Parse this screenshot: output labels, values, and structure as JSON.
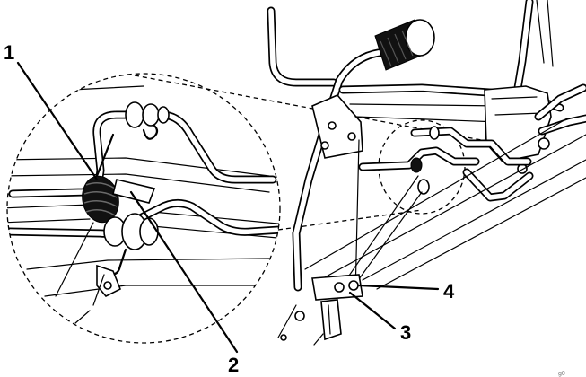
{
  "callouts": [
    {
      "id": "1",
      "label": "1"
    },
    {
      "id": "2",
      "label": "2"
    },
    {
      "id": "3",
      "label": "3"
    },
    {
      "id": "4",
      "label": "4"
    }
  ],
  "figure_code": "g0"
}
